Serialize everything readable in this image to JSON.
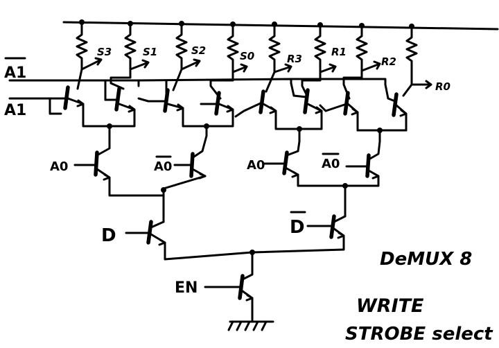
{
  "labels": {
    "a1_bar": "A1",
    "a1": "A1",
    "a0_left": "A0",
    "a0_bar_left": "A0",
    "a0_right": "A0",
    "a0_bar_right": "A0",
    "d": "D",
    "d_bar": "D",
    "en": "EN",
    "outputs": [
      "S3",
      "S1",
      "S2",
      "S0",
      "R3",
      "R1",
      "R2",
      "R0"
    ],
    "title": "DeMUX 8",
    "caption_line1": "WRITE",
    "caption_line2": "STROBE select"
  }
}
